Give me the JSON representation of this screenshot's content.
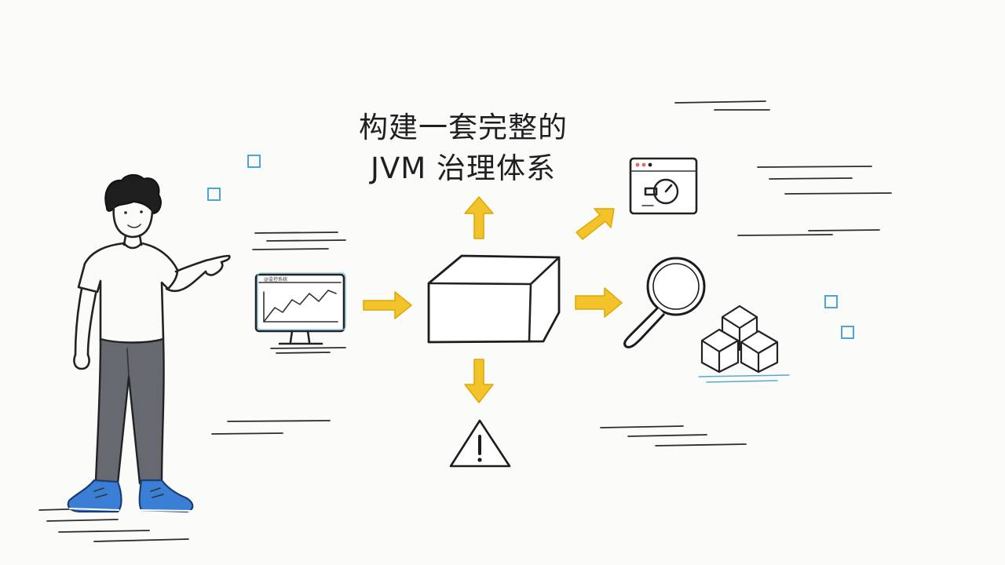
{
  "title": {
    "line1": "构建一套完整的",
    "line2": "JVM 治理体系"
  },
  "monitor": {
    "window_label": "@监控系统"
  },
  "colors": {
    "arrow": "#f2c32b",
    "arrow_outline": "#e0a800",
    "accent_blue": "#3a7fd5",
    "square_outline": "#4aa6d6",
    "pants": "#666a70",
    "ink": "#222222"
  },
  "icons": [
    "person-pointing",
    "monitor-chart-icon",
    "box-icon",
    "dashboard-window-icon",
    "magnifier-icon",
    "stacked-cubes-icon",
    "warning-icon",
    "arrow-icon",
    "small-square-icon"
  ]
}
